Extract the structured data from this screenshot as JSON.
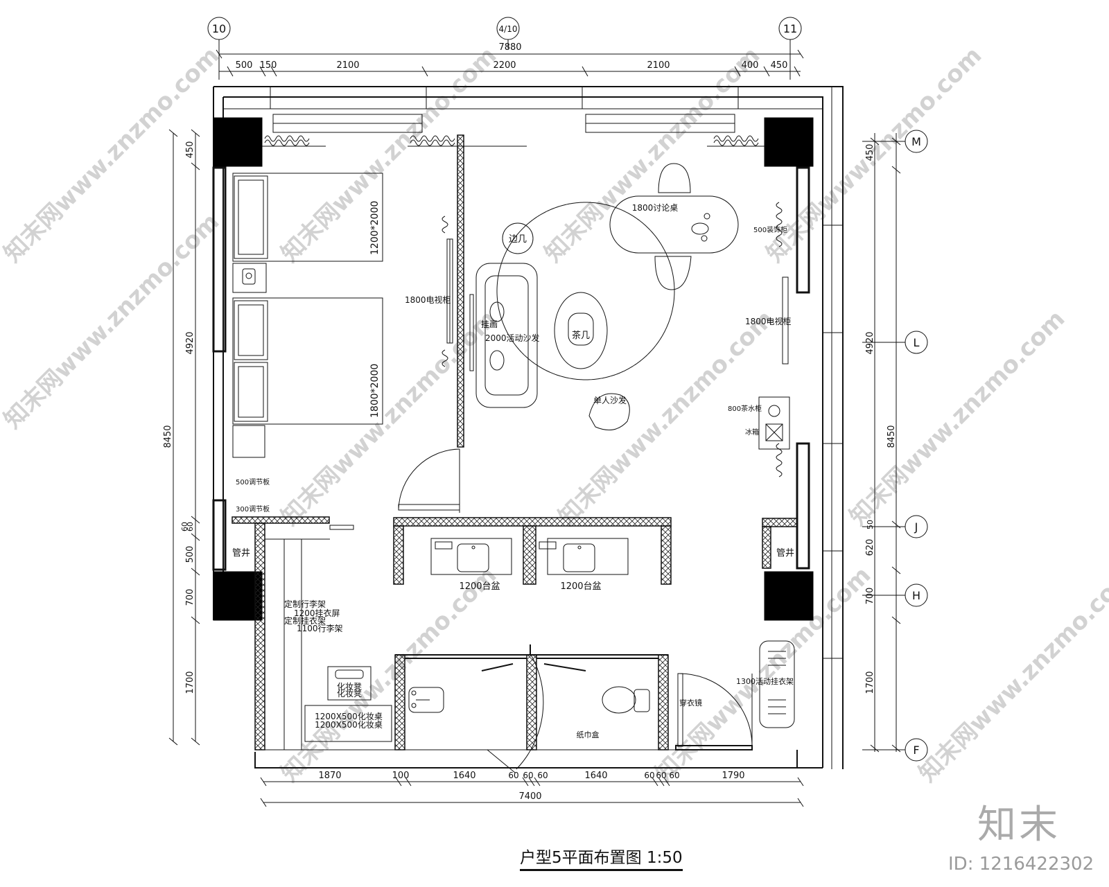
{
  "title": "户型5平面布置图  1:50",
  "axes": {
    "top": [
      "10",
      "4/10",
      "11"
    ],
    "right": [
      "M",
      "L",
      "J",
      "H",
      "F"
    ]
  },
  "dims": {
    "top_total": "7880",
    "top": [
      "500",
      "150",
      "2100",
      "2200",
      "2100",
      "400",
      "450"
    ],
    "bottom": [
      "1870",
      "100",
      "1640",
      "60",
      "60",
      "60",
      "1640",
      "60",
      "60",
      "60",
      "1790"
    ],
    "bottom_total": "7400",
    "left_total": "8450",
    "left": [
      "450",
      "4920",
      "60",
      "60",
      "500",
      "700",
      "1700"
    ],
    "right_total": "8450",
    "right": [
      "450",
      "4920",
      "50",
      "620",
      "700",
      "1700"
    ]
  },
  "labels": {
    "bed_single": "1200*2000",
    "bed_double": "1800*2000",
    "tv_left": "1800电视柜",
    "tv_right": "1800电视柜",
    "side_table": "边几",
    "painting": "挂画",
    "sofa": "2000活动沙发",
    "coffee_table": "茶几",
    "armchair": "单人沙发",
    "meeting_table": "1800讨论桌",
    "deco_cabinet": "500装饰柜",
    "tea_cabinet": "800茶水柜",
    "fridge": "冰箱",
    "panel_500": "500调节板",
    "panel_300": "300调节板",
    "shaft_left": "管井",
    "shaft_right": "管井",
    "basin_1": "1200台盆",
    "basin_2": "1200台盆",
    "luggage_1": "定制行李架",
    "wardrobe_1": "1200挂衣屏",
    "luggage_2": "定制挂衣架",
    "luggage_3": "1100行李架",
    "vanity_stool_1": "化妆凳",
    "vanity_stool_2": "化妆凳",
    "vanity_desk_1": "1200X500化妆桌",
    "vanity_desk_2": "1200X500化妆桌",
    "tissue_box": "纸巾盒",
    "mirror": "穿衣镜",
    "clothes_rack": "1300活动挂衣架"
  },
  "watermark": "知末网www.znzmo.com",
  "brand": "知末",
  "image_id": "ID: 1216422302"
}
